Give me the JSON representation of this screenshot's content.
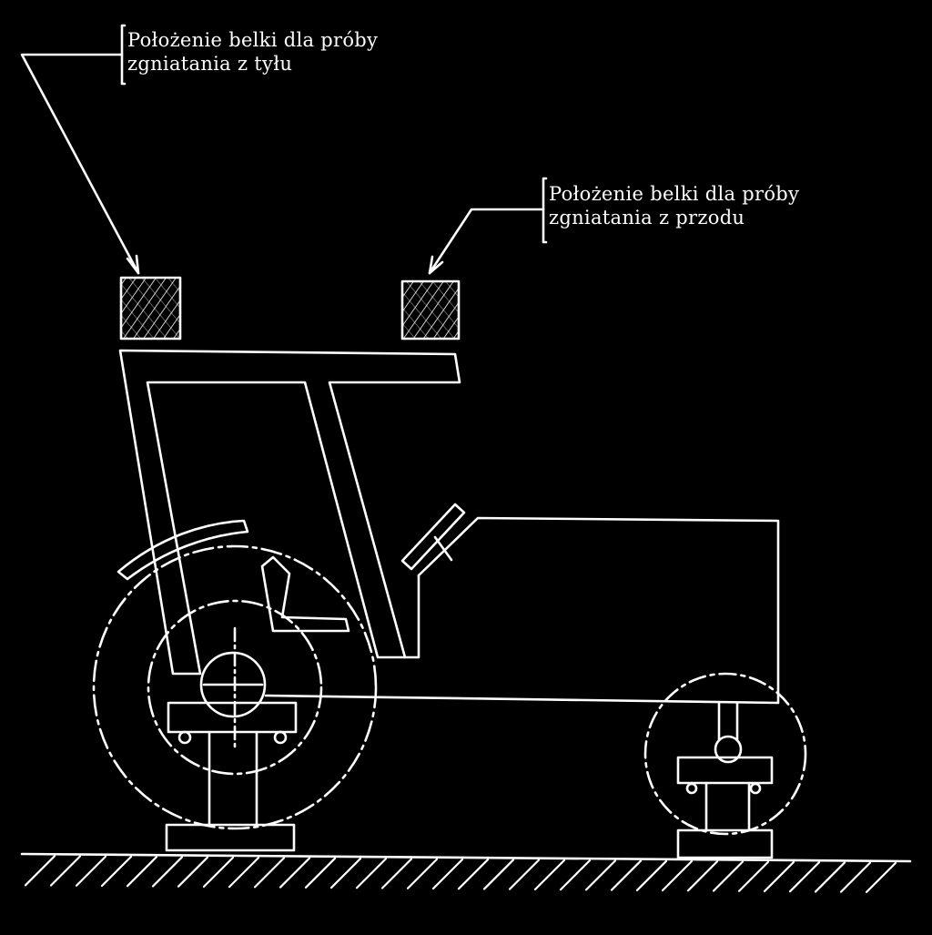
{
  "labels": {
    "rear": {
      "line1": "Położenie belki dla próby",
      "line2": "zgniatania z tyłu"
    },
    "front": {
      "line1": "Położenie belki dla próby",
      "line2": "zgniatania z przodu"
    }
  },
  "colors": {
    "background": "#000000",
    "line": "#ffffff"
  }
}
